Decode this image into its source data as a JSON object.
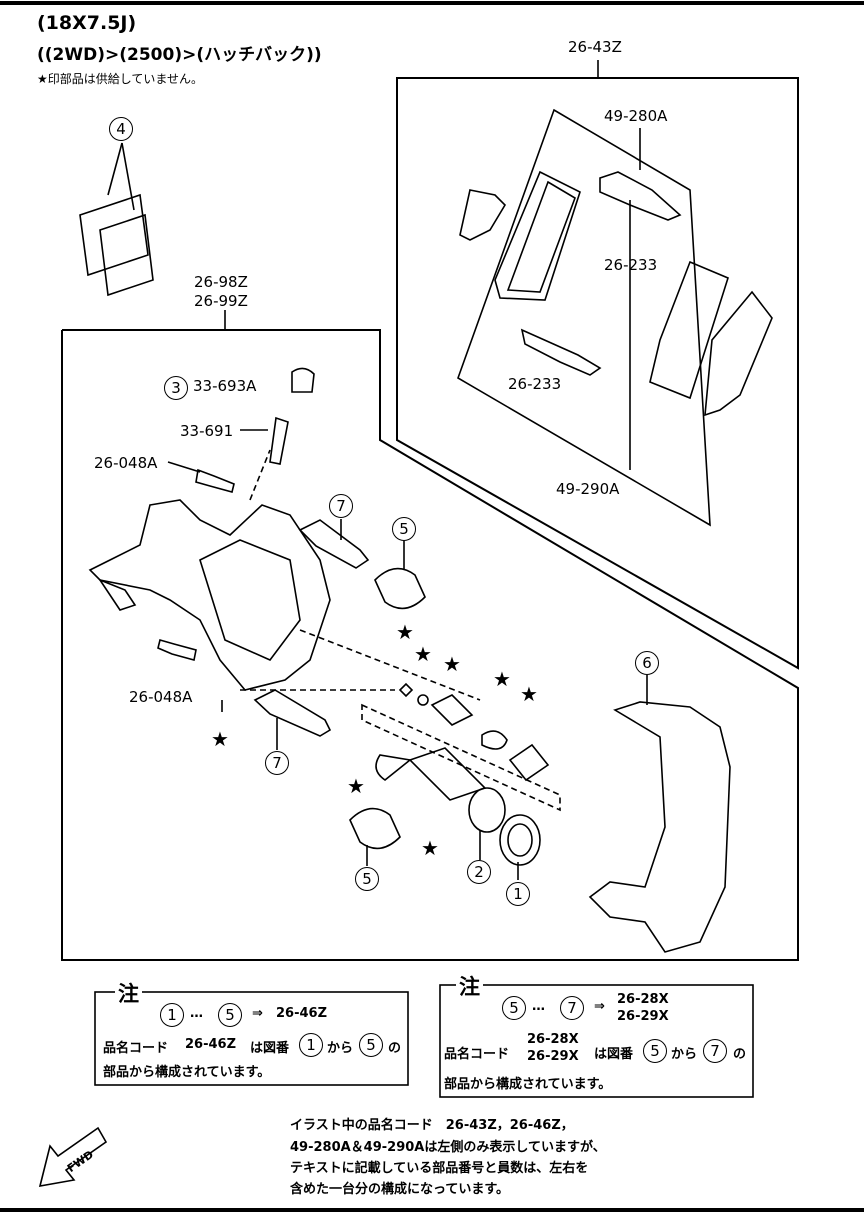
{
  "header": {
    "line1": "(18X7.5J)",
    "line2": "((2WD)>(2500)>(ハッチバック))",
    "note": "★印部品は供給していません。"
  },
  "callouts": {
    "pad_set": "26-43Z",
    "shim_upper": "49-280A",
    "clip_upper": "26-233",
    "clip_lower": "26-233",
    "shim_lower": "49-290A",
    "caliper_a": "26-98Z",
    "caliper_b": "26-99Z",
    "cap": "33-693A",
    "bleeder": "33-691",
    "bolt_upper": "26-048A",
    "bolt_lower": "26-048A"
  },
  "circled": {
    "n1": "1",
    "n2": "2",
    "n3": "3",
    "n4": "4",
    "n5": "5",
    "n6": "6",
    "n7": "7"
  },
  "star": "★",
  "note1": {
    "title": "注",
    "range_start": "1",
    "range_sep": "…",
    "range_end": "5",
    "arrow": "⇒",
    "code": "26-46Z",
    "line2_prefix": "品名コード",
    "line2_code": "26-46Z",
    "line2_mid": "は図番",
    "line2_from": "1",
    "line2_kara": "から",
    "line2_to": "5",
    "line2_no": "の",
    "line3": "部品から構成されています。"
  },
  "note2": {
    "title": "注",
    "range_start": "5",
    "range_sep": "…",
    "range_end": "7",
    "arrow": "⇒",
    "code_a": "26-28X",
    "code_b": "26-29X",
    "line2_prefix": "品名コード",
    "line2_code_a": "26-28X",
    "line2_code_b": "26-29X",
    "line2_mid": "は図番",
    "line2_from": "5",
    "line2_kara": "から",
    "line2_to": "7",
    "line2_no": "の",
    "line3": "部品から構成されています。"
  },
  "footer": {
    "line1": "イラスト中の品名コード　26-43Z，26-46Z，",
    "line2": "49-280A＆49-290Aは左側のみ表示していますが、",
    "line3": "テキストに記載している部品番号と員数は、左右を",
    "line4": "含めた一台分の構成になっています。"
  },
  "fwd": "FWD"
}
